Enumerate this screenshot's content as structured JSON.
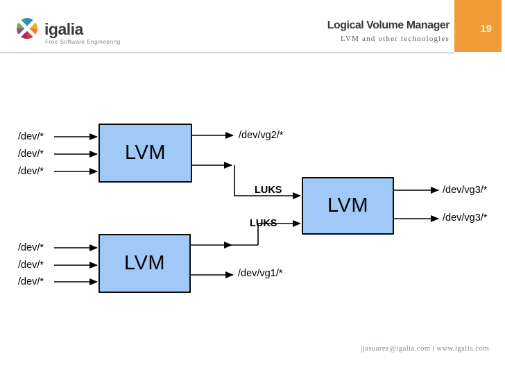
{
  "header": {
    "logo": {
      "brand": "igalia",
      "tagline": "Free Software Engineering"
    },
    "title": "Logical Volume Manager",
    "subtitle": "LVM and other technologies",
    "page_number": "19"
  },
  "footer": {
    "contact": "|jasuarez@igalia.com | www.igalia.com"
  },
  "colors": {
    "accent_orange": "#EF9C38",
    "box_blue": "#A1C9F7",
    "title_gray": "#3A3A3A",
    "line_black": "#000000"
  },
  "diagram": {
    "boxes": [
      {
        "id": "lvm-top",
        "label": "LVM"
      },
      {
        "id": "lvm-bottom",
        "label": "LVM"
      },
      {
        "id": "lvm-right",
        "label": "LVM"
      }
    ],
    "inputs_top": [
      "/dev/*",
      "/dev/*",
      "/dev/*"
    ],
    "inputs_bottom": [
      "/dev/*",
      "/dev/*",
      "/dev/*"
    ],
    "output_vg2": "/dev/vg2/*",
    "output_vg1": "/dev/vg1/*",
    "output_vg3_1": "/dev/vg3/*",
    "output_vg3_2": "/dev/vg3/*",
    "luks_top": "LUKS",
    "luks_bottom": "LUKS"
  }
}
